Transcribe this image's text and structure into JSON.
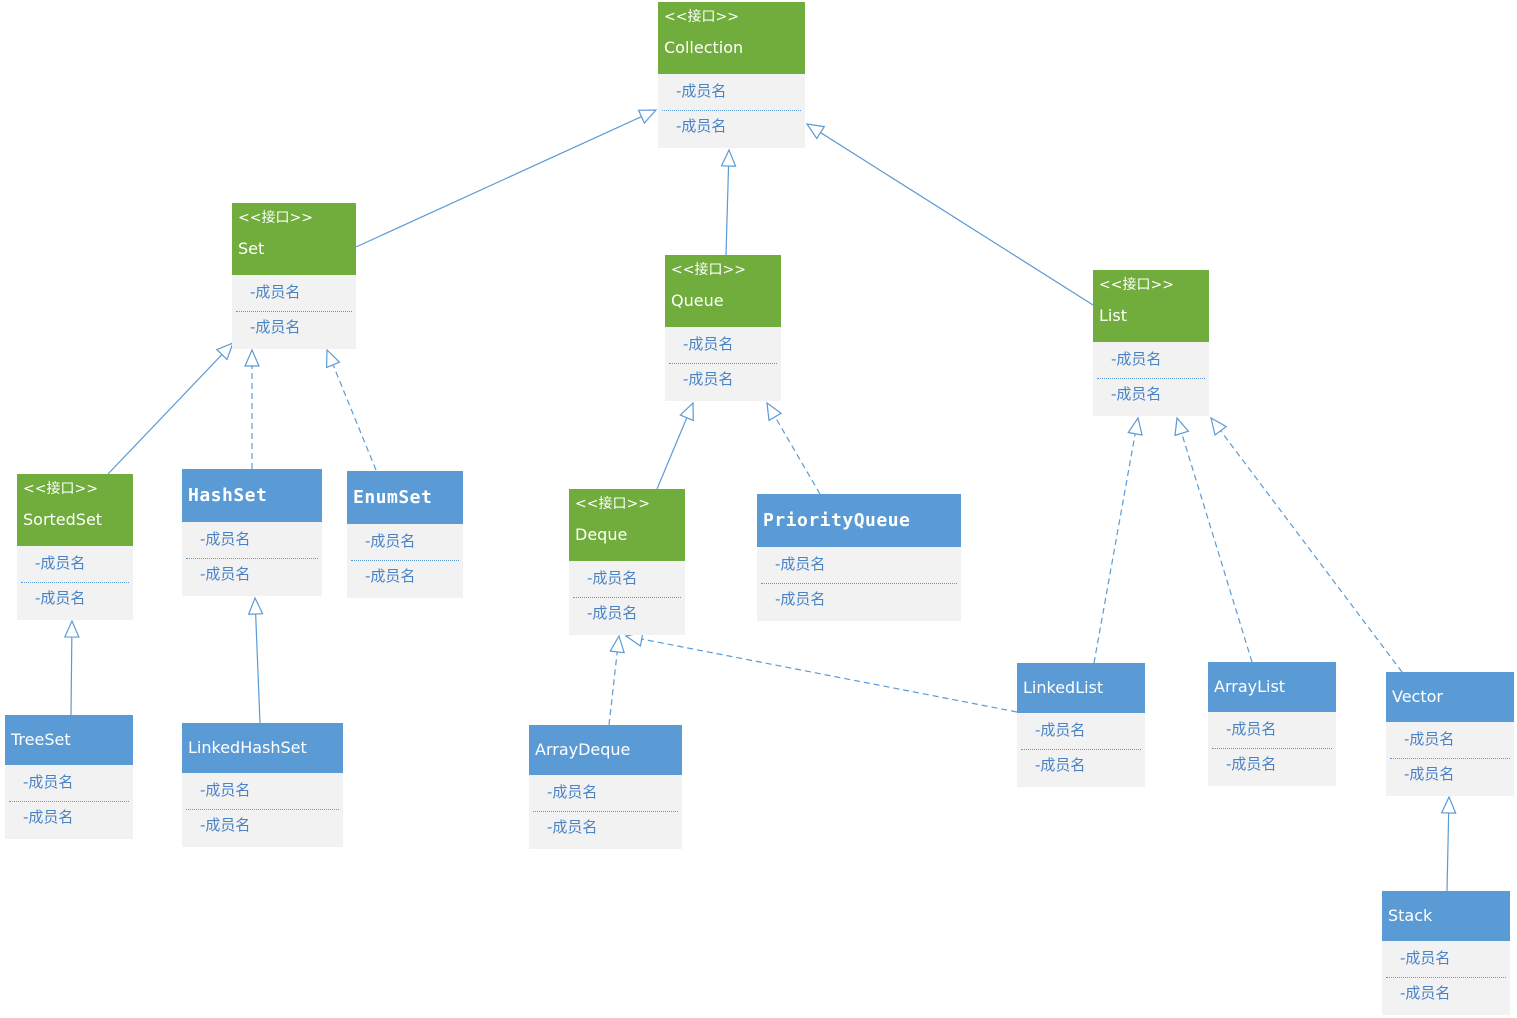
{
  "nodes": [
    {
      "id": "collection",
      "name": "Collection",
      "kind": "interface",
      "stereotype": "<<接口>>",
      "members": [
        "-成员名",
        "-成员名"
      ]
    },
    {
      "id": "set",
      "name": "Set",
      "kind": "interface",
      "stereotype": "<<接口>>",
      "members": [
        "-成员名",
        "-成员名"
      ]
    },
    {
      "id": "queue",
      "name": "Queue",
      "kind": "interface",
      "stereotype": "<<接口>>",
      "members": [
        "-成员名",
        "-成员名"
      ]
    },
    {
      "id": "list",
      "name": "List",
      "kind": "interface",
      "stereotype": "<<接口>>",
      "members": [
        "-成员名",
        "-成员名"
      ]
    },
    {
      "id": "sortedset",
      "name": "SortedSet",
      "kind": "interface",
      "stereotype": "<<接口>>",
      "members": [
        "-成员名",
        "-成员名"
      ]
    },
    {
      "id": "hashset",
      "name": "HashSet",
      "kind": "class",
      "members": [
        "-成员名",
        "-成员名"
      ]
    },
    {
      "id": "enumset",
      "name": "EnumSet",
      "kind": "class",
      "members": [
        "-成员名",
        "-成员名"
      ]
    },
    {
      "id": "deque",
      "name": "Deque",
      "kind": "interface",
      "stereotype": "<<接口>>",
      "members": [
        "-成员名",
        "-成员名"
      ]
    },
    {
      "id": "priorityqueue",
      "name": "PriorityQueue",
      "kind": "class",
      "members": [
        "-成员名",
        "-成员名"
      ]
    },
    {
      "id": "treeset",
      "name": "TreeSet",
      "kind": "class",
      "members": [
        "-成员名",
        "-成员名"
      ]
    },
    {
      "id": "linkedhashset",
      "name": "LinkedHashSet",
      "kind": "class",
      "members": [
        "-成员名",
        "-成员名"
      ]
    },
    {
      "id": "arraydeque",
      "name": "ArrayDeque",
      "kind": "class",
      "members": [
        "-成员名",
        "-成员名"
      ]
    },
    {
      "id": "linkedlist",
      "name": "LinkedList",
      "kind": "class",
      "members": [
        "-成员名",
        "-成员名"
      ]
    },
    {
      "id": "arraylist",
      "name": "ArrayList",
      "kind": "class",
      "members": [
        "-成员名",
        "-成员名"
      ]
    },
    {
      "id": "vector",
      "name": "Vector",
      "kind": "class",
      "members": [
        "-成员名",
        "-成员名"
      ]
    },
    {
      "id": "stack",
      "name": "Stack",
      "kind": "class",
      "members": [
        "-成员名",
        "-成员名"
      ]
    }
  ],
  "edges": [
    {
      "from": "set",
      "to": "collection",
      "style": "solid"
    },
    {
      "from": "queue",
      "to": "collection",
      "style": "solid"
    },
    {
      "from": "list",
      "to": "collection",
      "style": "solid"
    },
    {
      "from": "sortedset",
      "to": "set",
      "style": "solid"
    },
    {
      "from": "hashset",
      "to": "set",
      "style": "dashed"
    },
    {
      "from": "enumset",
      "to": "set",
      "style": "dashed"
    },
    {
      "from": "treeset",
      "to": "sortedset",
      "style": "solid"
    },
    {
      "from": "linkedhashset",
      "to": "hashset",
      "style": "solid"
    },
    {
      "from": "deque",
      "to": "queue",
      "style": "solid"
    },
    {
      "from": "priorityqueue",
      "to": "queue",
      "style": "dashed"
    },
    {
      "from": "arraydeque",
      "to": "deque",
      "style": "dashed"
    },
    {
      "from": "linkedlist",
      "to": "deque",
      "style": "dashed"
    },
    {
      "from": "linkedlist",
      "to": "list",
      "style": "dashed"
    },
    {
      "from": "arraylist",
      "to": "list",
      "style": "dashed"
    },
    {
      "from": "vector",
      "to": "list",
      "style": "dashed"
    },
    {
      "from": "stack",
      "to": "vector",
      "style": "solid"
    }
  ],
  "colors": {
    "interface": "#70ad3c",
    "class": "#5b9bd5",
    "body": "#f2f2f2",
    "member_text": "#4a83c5",
    "edge": "#5b9bd5"
  }
}
